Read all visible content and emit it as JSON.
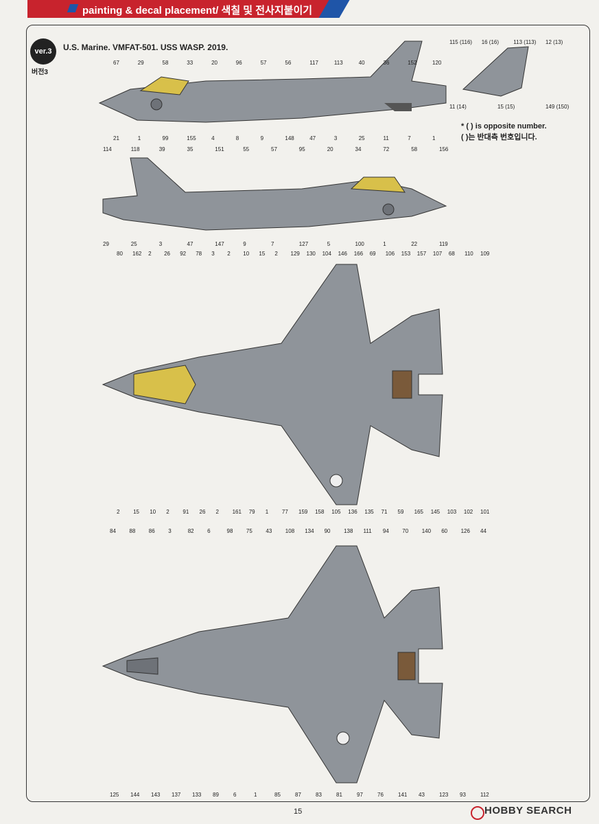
{
  "header": {
    "title": "painting & decal placement/ 색칠 및 전사지붙이기"
  },
  "version": {
    "badge": "ver.3",
    "sub": "버전3"
  },
  "subtitle": "U.S. Marine. VMFAT-501. USS WASP. 2019.",
  "note": {
    "line1": "* (   ) is opposite number.",
    "line2": "(   )는 반대측 번호입니다."
  },
  "page_number": "15",
  "watermark": "HOBBY SEARCH",
  "colors": {
    "header_red": "#c8232d",
    "header_blue": "#1f55a8",
    "jet_gray": "#8f949a",
    "canopy": "#d8c04a"
  },
  "icons": {
    "logo": "hobby-search-logo-icon",
    "step": "step-marker-icon"
  },
  "callouts": {
    "side_left": [
      "67",
      "29",
      "58",
      "33",
      "20",
      "96",
      "57",
      "56",
      "117",
      "113",
      "40",
      "36",
      "152",
      "120",
      "21",
      "1",
      "99",
      "155",
      "4",
      "8",
      "9",
      "148",
      "47",
      "3",
      "25",
      "11",
      "7",
      "1"
    ],
    "fin": [
      "115 (116)",
      "16 (16)",
      "113 (113)",
      "12 (13)",
      "11 (14)",
      "15 (15)",
      "149 (150)"
    ],
    "side_right": [
      "114",
      "118",
      "39",
      "35",
      "151",
      "55",
      "57",
      "95",
      "20",
      "34",
      "72",
      "58",
      "156",
      "29",
      "25",
      "3",
      "47",
      "147",
      "9",
      "7",
      "127",
      "5",
      "100",
      "1",
      "22",
      "119"
    ],
    "top": [
      "80",
      "162",
      "2",
      "26",
      "92",
      "78",
      "3",
      "2",
      "10",
      "15",
      "2",
      "129",
      "130",
      "104",
      "146",
      "166",
      "69",
      "106",
      "153",
      "157",
      "107",
      "68",
      "110",
      "109",
      "2",
      "15",
      "10",
      "2",
      "91",
      "26",
      "2",
      "161",
      "79",
      "1",
      "77",
      "159",
      "158",
      "105",
      "136",
      "135",
      "71",
      "59",
      "165",
      "145",
      "103",
      "102",
      "101"
    ],
    "bottom": [
      "84",
      "88",
      "86",
      "3",
      "82",
      "6",
      "98",
      "75",
      "43",
      "108",
      "134",
      "90",
      "138",
      "111",
      "94",
      "70",
      "140",
      "60",
      "126",
      "44",
      "125",
      "144",
      "143",
      "137",
      "133",
      "89",
      "6",
      "1",
      "85",
      "87",
      "83",
      "81",
      "97",
      "76",
      "141",
      "43",
      "123",
      "93",
      "112"
    ]
  }
}
